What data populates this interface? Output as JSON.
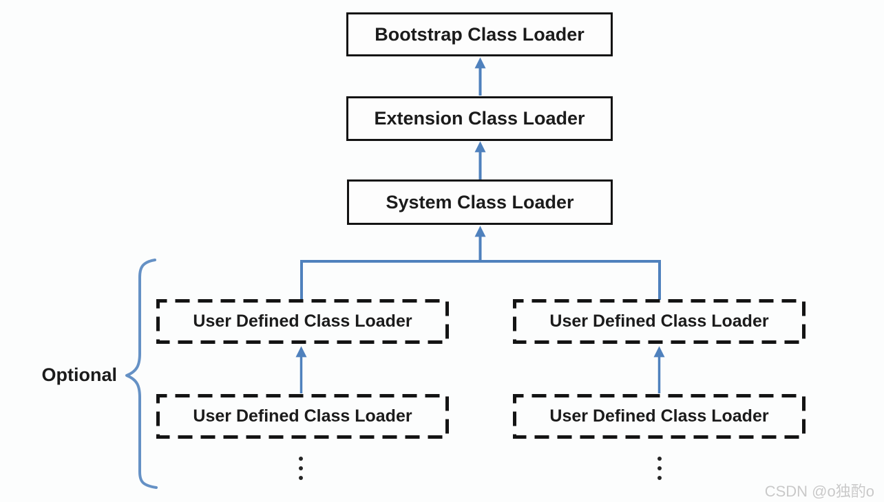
{
  "diagram": {
    "type": "hierarchy",
    "optional_label": "Optional",
    "nodes": {
      "bootstrap": {
        "label": "Bootstrap Class Loader",
        "style": "solid"
      },
      "extension": {
        "label": "Extension Class Loader",
        "style": "solid"
      },
      "system": {
        "label": "System Class Loader",
        "style": "solid"
      },
      "user_defined": {
        "label": "User Defined Class Loader",
        "style": "dashed",
        "count": 4
      }
    },
    "edges": [
      "extension -> bootstrap",
      "system -> extension",
      "user-defined group -> system",
      "user-defined row2 left -> user-defined row1 left",
      "user-defined row2 right -> user-defined row1 right"
    ],
    "icons": {
      "vertical_ellipsis": "⋮",
      "brace": "{"
    },
    "colors": {
      "arrow_blue": "#4f81bd",
      "brace_blue": "#6591c5",
      "box_border": "#131313",
      "text": "#1b1b1b",
      "watermark_gray": "#c9c9c9",
      "background": "#fcfdfd"
    }
  },
  "watermark": {
    "text": "CSDN @o独酌o"
  }
}
